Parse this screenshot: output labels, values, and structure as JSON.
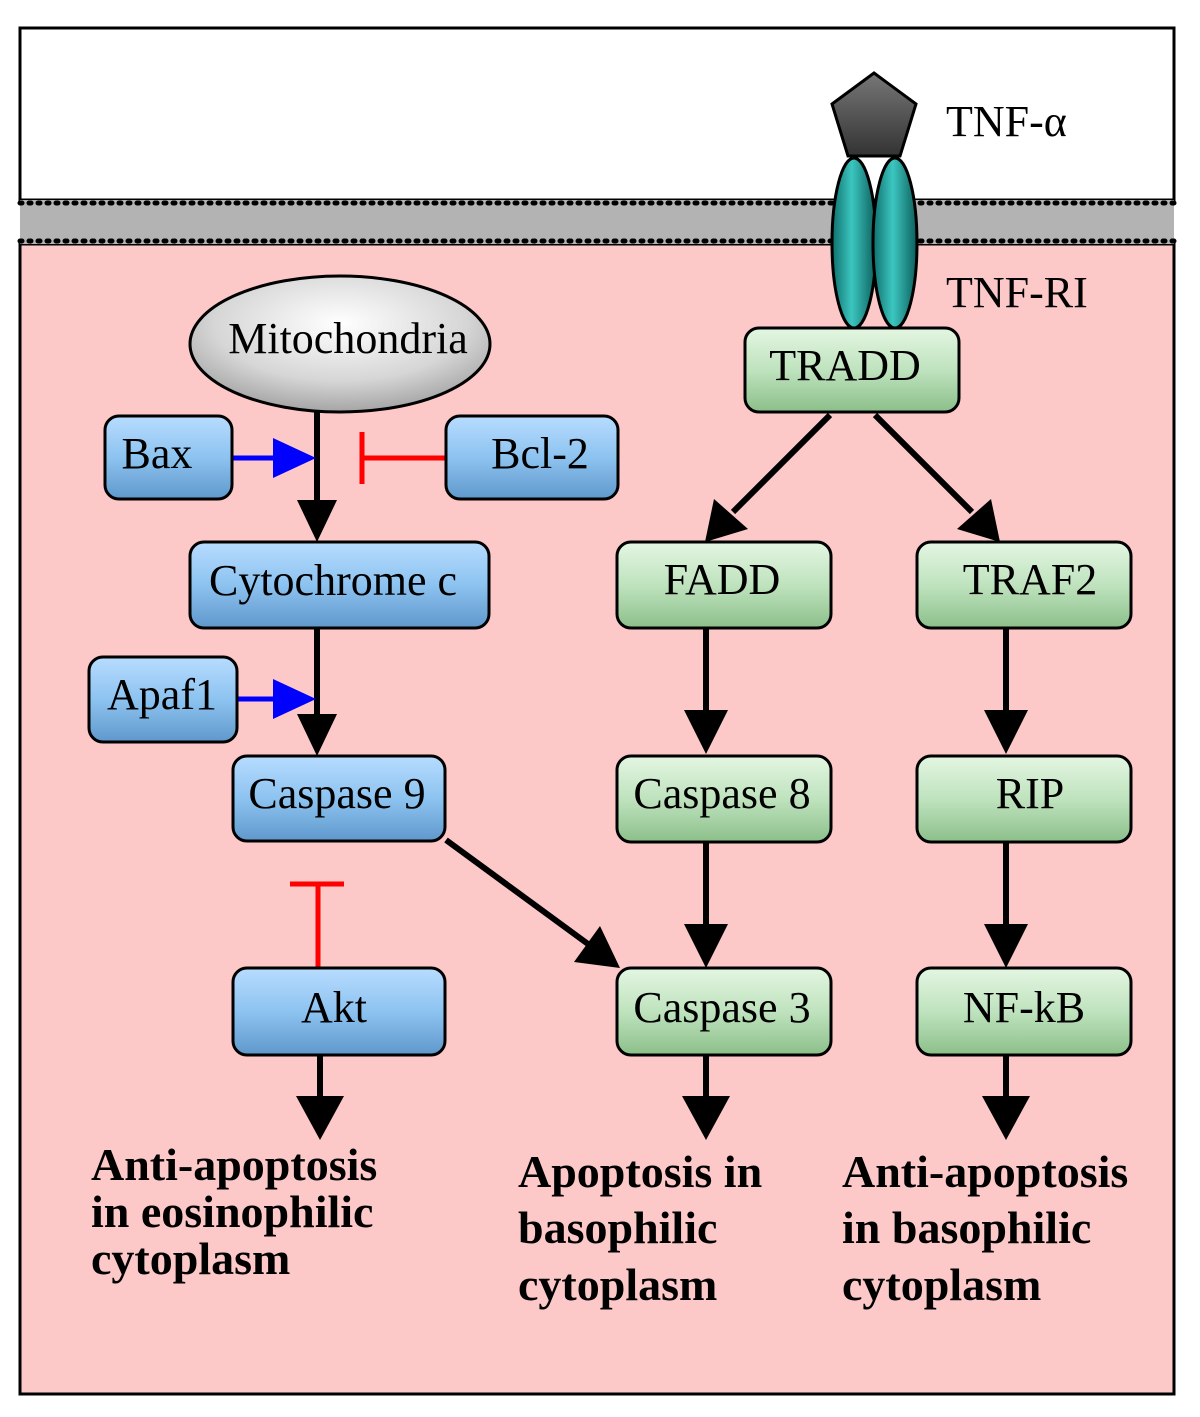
{
  "colors": {
    "cytoplasm": "#fcc8c8",
    "outside": "#ffffff",
    "membrane": "#b3b3b3",
    "blue_node": "#8cbfea",
    "green_node": "#bfe3be",
    "activate_arrow": "#0000ff",
    "inhibit_line": "#ff0000",
    "flow_arrow": "#000000",
    "ligand": "#555555",
    "receptor": "#1a9a96"
  },
  "labels": {
    "ligand": "TNF-α",
    "receptor": "TNF-RI"
  },
  "nodes": {
    "mitochondria": "Mitochondria",
    "bax": "Bax",
    "bcl2": "Bcl-2",
    "cytochrome_c": "Cytochrome c",
    "apaf1": "Apaf1",
    "caspase9": "Caspase 9",
    "akt": "Akt",
    "tradd": "TRADD",
    "fadd": "FADD",
    "traf2": "TRAF2",
    "caspase8": "Caspase 8",
    "rip": "RIP",
    "caspase3": "Caspase 3",
    "nfkb": "NF-kB"
  },
  "outcomes": {
    "left": [
      "Anti-apoptosis",
      "in eosinophilic",
      "cytoplasm"
    ],
    "middle": [
      "Apoptosis in",
      "basophilic",
      "cytoplasm"
    ],
    "right": [
      "Anti-apoptosis",
      "in basophilic",
      "cytoplasm"
    ]
  }
}
